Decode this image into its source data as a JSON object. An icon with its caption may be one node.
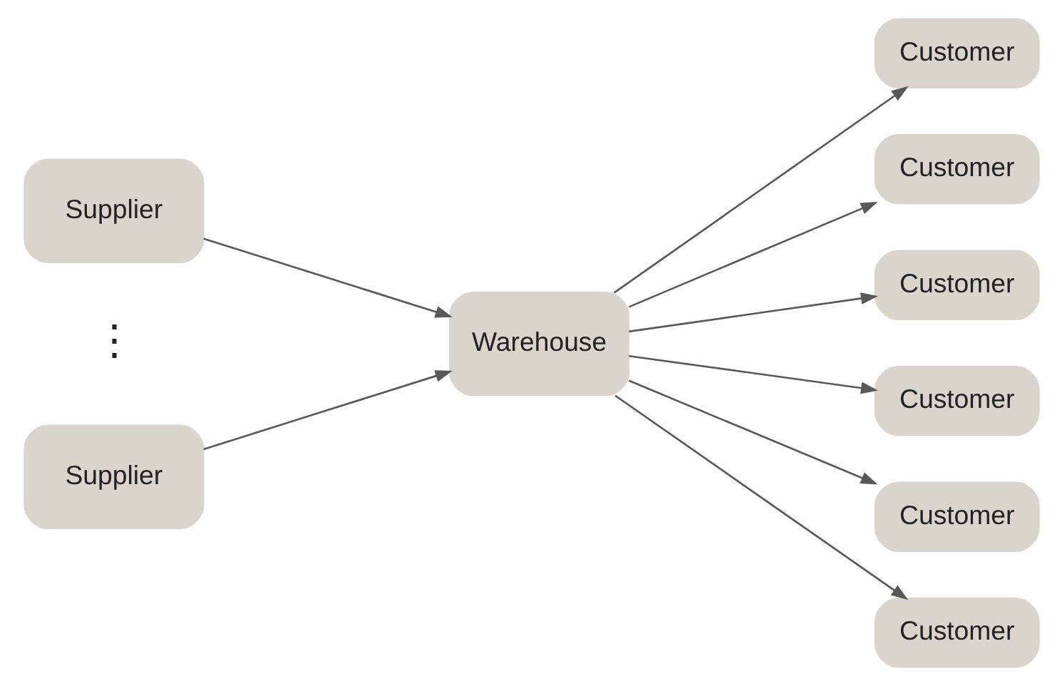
{
  "diagram": {
    "nodes": [
      {
        "text": [
          "Supplier"
        ]
      },
      {
        "text": [
          "Supplier"
        ]
      },
      {
        "text": [
          "Warehouse"
        ]
      },
      {
        "text": [
          "Customer"
        ]
      },
      {
        "text": [
          "Customer"
        ]
      },
      {
        "text": [
          "Customer"
        ]
      },
      {
        "text": [
          "Customer"
        ]
      },
      {
        "text": [
          "Customer"
        ]
      },
      {
        "text": [
          "Customer"
        ]
      }
    ],
    "edges": [
      {
        "from": 0,
        "to": 2,
        "arrow": "to"
      },
      {
        "from": 1,
        "to": 2,
        "arrow": "to"
      },
      {
        "from": 2,
        "to": 3,
        "arrow": "to"
      },
      {
        "from": 2,
        "to": 4,
        "arrow": "to"
      },
      {
        "from": 2,
        "to": 5,
        "arrow": "to"
      },
      {
        "from": 2,
        "to": 6,
        "arrow": "to"
      },
      {
        "from": 2,
        "to": 7,
        "arrow": "to"
      },
      {
        "from": 2,
        "to": 8,
        "arrow": "to"
      }
    ],
    "labels": [
      "⋮"
    ]
  }
}
